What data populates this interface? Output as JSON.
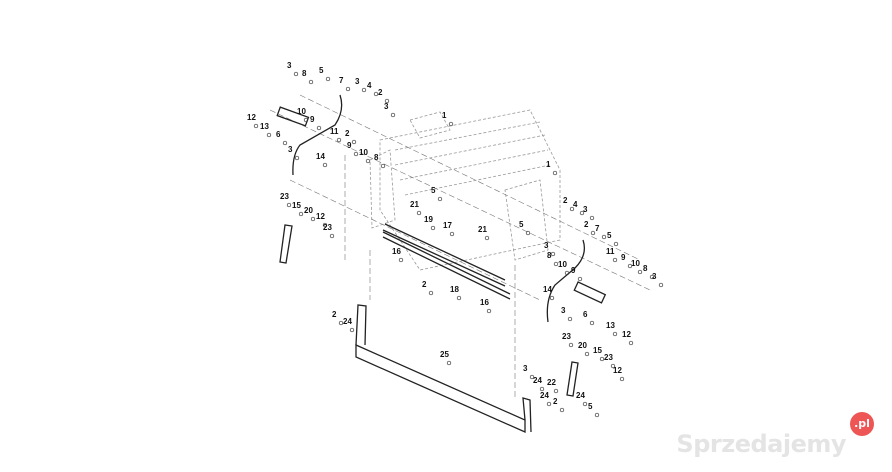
{
  "diagram": {
    "callouts": [
      "3",
      "8",
      "5",
      "7",
      "3",
      "4",
      "2",
      "3",
      "1",
      "12",
      "13",
      "10",
      "9",
      "11",
      "6",
      "2",
      "9",
      "10",
      "8",
      "14",
      "3",
      "1",
      "5",
      "21",
      "23",
      "15",
      "20",
      "12",
      "23",
      "19",
      "17",
      "21",
      "16",
      "2",
      "18",
      "16",
      "2",
      "24",
      "25",
      "2",
      "4",
      "3",
      "5",
      "2",
      "7",
      "5",
      "3",
      "11",
      "8",
      "10",
      "9",
      "9",
      "10",
      "8",
      "3",
      "14",
      "3",
      "6",
      "13",
      "12",
      "23",
      "20",
      "15",
      "23",
      "3",
      "24",
      "22",
      "12",
      "24",
      "24",
      "2",
      "5"
    ]
  },
  "watermark": {
    "text": "Sprzedajemy",
    "badge": ".pl"
  }
}
